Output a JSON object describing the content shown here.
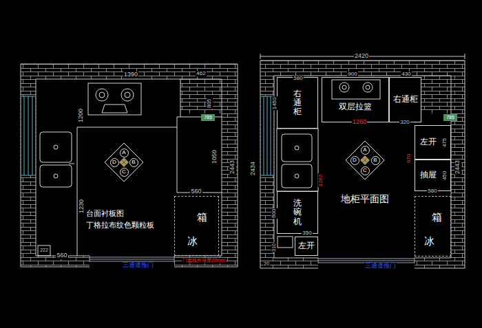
{
  "diagram": {
    "nodes": [
      {
        "text": [
          "A"
        ]
      },
      {
        "text": [
          "B"
        ]
      },
      {
        "text": [
          "C"
        ]
      },
      {
        "text": [
          "D"
        ]
      },
      {
        "text": [
          "785"
        ]
      },
      {
        "text": [
          "冰",
          "箱"
        ]
      },
      {
        "text": [
          "右通柜"
        ]
      },
      {
        "text": [
          "双层拉篮"
        ]
      },
      {
        "text": [
          "右通柜"
        ]
      },
      {
        "text": [
          "785"
        ]
      },
      {
        "text": [
          "A"
        ]
      },
      {
        "text": [
          "B"
        ]
      },
      {
        "text": [
          "C"
        ]
      },
      {
        "text": [
          "D"
        ]
      },
      {
        "text": [
          "左开"
        ]
      },
      {
        "text": [
          "抽屉"
        ]
      },
      {
        "text": [
          "洗碗机"
        ]
      },
      {
        "text": [
          "左开"
        ]
      },
      {
        "text": [
          "冰",
          "箱"
        ]
      }
    ],
    "labels": [
      "1390",
      "462",
      "1200",
      "805",
      "1050",
      "560",
      "2443",
      "1230",
      "560",
      "222",
      "台面衬板图",
      "丁格拉布纹色颗粒板",
      "门套线外厚度20mm",
      "三通道推门",
      "2420",
      "580",
      "900",
      "430",
      "1260",
      "320",
      "1450",
      "2434",
      "1262",
      "970",
      "475",
      "450",
      "580",
      "2443",
      "地柜平面图",
      "600",
      "350",
      "310",
      "20",
      "三通道推门"
    ]
  }
}
